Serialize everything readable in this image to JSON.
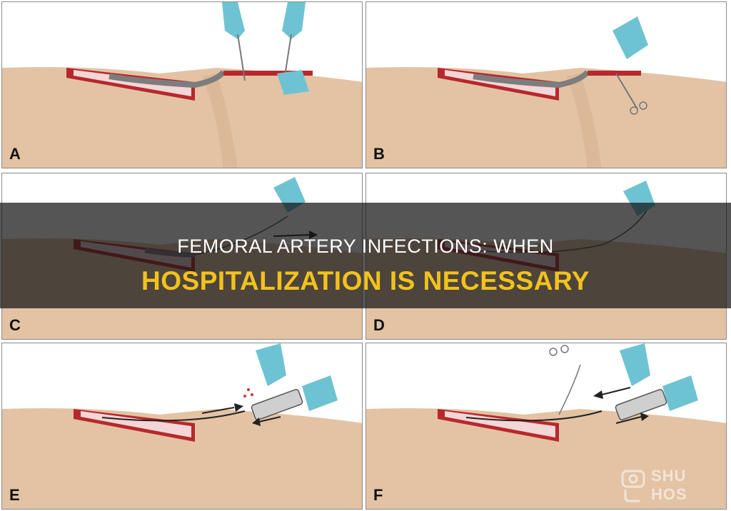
{
  "panels": [
    {
      "label": "A"
    },
    {
      "label": "B"
    },
    {
      "label": "C"
    },
    {
      "label": "D"
    },
    {
      "label": "E"
    },
    {
      "label": "F"
    }
  ],
  "title": {
    "line1": "FEMORAL ARTERY INFECTIONS: WHEN",
    "line2": "HOSPITALIZATION IS NECESSARY"
  },
  "watermark": {
    "line1": "SHU",
    "line2": "HOS"
  },
  "colors": {
    "skin": "#e3c3a4",
    "vessel": "#b7282d",
    "glove": "#6ec3d2",
    "title_accent": "#f2c21b"
  }
}
